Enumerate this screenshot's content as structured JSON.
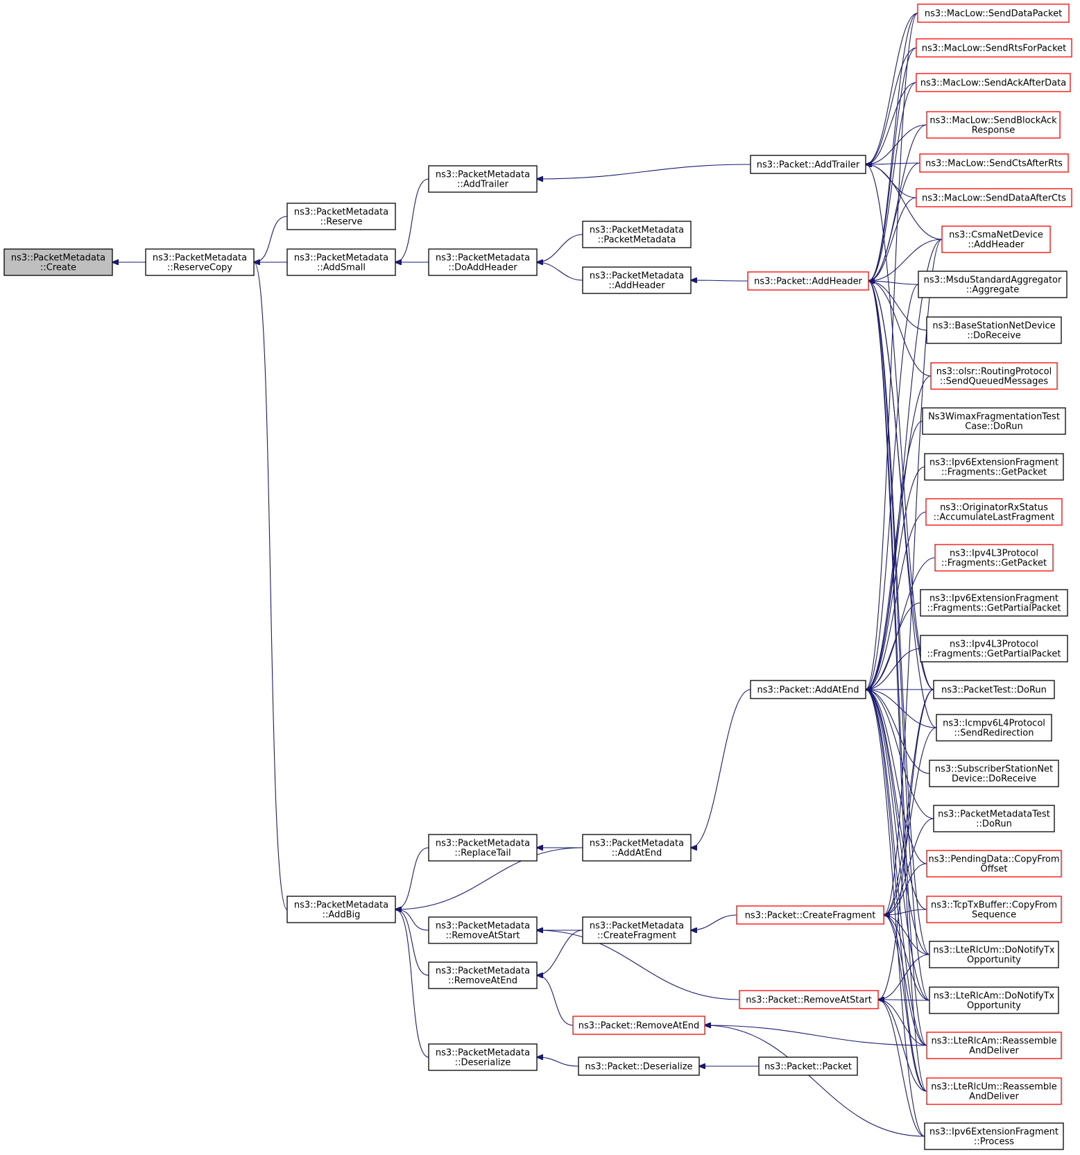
{
  "colors": {
    "edge": "#191970",
    "border_default": "#000000",
    "border_truncated": "#ff0000",
    "fill_focus": "#bfbfbf",
    "fill_default": "#ffffff"
  },
  "nodes": [
    {
      "id": "create",
      "lines": [
        "ns3::PacketMetadata",
        "::Create"
      ],
      "style": "focus"
    },
    {
      "id": "reservecopy",
      "lines": [
        "ns3::PacketMetadata",
        "::ReserveCopy"
      ],
      "style": "normal"
    },
    {
      "id": "reserve",
      "lines": [
        "ns3::PacketMetadata",
        "::Reserve"
      ],
      "style": "normal"
    },
    {
      "id": "addsmall",
      "lines": [
        "ns3::PacketMetadata",
        "::AddSmall"
      ],
      "style": "normal"
    },
    {
      "id": "addtrailer_pm",
      "lines": [
        "ns3::PacketMetadata",
        "::AddTrailer"
      ],
      "style": "normal"
    },
    {
      "id": "doaddheader",
      "lines": [
        "ns3::PacketMetadata",
        "::DoAddHeader"
      ],
      "style": "normal"
    },
    {
      "id": "pm_ctor",
      "lines": [
        "ns3::PacketMetadata",
        "::PacketMetadata"
      ],
      "style": "normal"
    },
    {
      "id": "addheader_pm",
      "lines": [
        "ns3::PacketMetadata",
        "::AddHeader"
      ],
      "style": "normal"
    },
    {
      "id": "p_addtrailer",
      "lines": [
        "ns3::Packet::AddTrailer"
      ],
      "style": "normal"
    },
    {
      "id": "p_addheader",
      "lines": [
        "ns3::Packet::AddHeader"
      ],
      "style": "truncated"
    },
    {
      "id": "p_addatend",
      "lines": [
        "ns3::Packet::AddAtEnd"
      ],
      "style": "normal"
    },
    {
      "id": "addbig",
      "lines": [
        "ns3::PacketMetadata",
        "::AddBig"
      ],
      "style": "normal"
    },
    {
      "id": "replacetail",
      "lines": [
        "ns3::PacketMetadata",
        "::ReplaceTail"
      ],
      "style": "normal"
    },
    {
      "id": "addatend_pm",
      "lines": [
        "ns3::PacketMetadata",
        "::AddAtEnd"
      ],
      "style": "normal"
    },
    {
      "id": "removeatstart_pm",
      "lines": [
        "ns3::PacketMetadata",
        "::RemoveAtStart"
      ],
      "style": "normal"
    },
    {
      "id": "removeatend_pm",
      "lines": [
        "ns3::PacketMetadata",
        "::RemoveAtEnd"
      ],
      "style": "normal"
    },
    {
      "id": "createfragment_pm",
      "lines": [
        "ns3::PacketMetadata",
        "::CreateFragment"
      ],
      "style": "normal"
    },
    {
      "id": "deserialize_pm",
      "lines": [
        "ns3::PacketMetadata",
        "::Deserialize"
      ],
      "style": "normal"
    },
    {
      "id": "p_createfragment",
      "lines": [
        "ns3::Packet::CreateFragment"
      ],
      "style": "truncated"
    },
    {
      "id": "p_removeatstart",
      "lines": [
        "ns3::Packet::RemoveAtStart"
      ],
      "style": "truncated"
    },
    {
      "id": "p_removeatend",
      "lines": [
        "ns3::Packet::RemoveAtEnd"
      ],
      "style": "truncated"
    },
    {
      "id": "p_deserialize",
      "lines": [
        "ns3::Packet::Deserialize"
      ],
      "style": "normal"
    },
    {
      "id": "p_packet",
      "lines": [
        "ns3::Packet::Packet"
      ],
      "style": "normal"
    },
    {
      "id": "senddatapacket",
      "lines": [
        "ns3::MacLow::SendDataPacket"
      ],
      "style": "truncated"
    },
    {
      "id": "sendrtsforpacket",
      "lines": [
        "ns3::MacLow::SendRtsForPacket"
      ],
      "style": "truncated"
    },
    {
      "id": "sendackafterdata",
      "lines": [
        "ns3::MacLow::SendAckAfterData"
      ],
      "style": "truncated"
    },
    {
      "id": "sendblockack",
      "lines": [
        "ns3::MacLow::SendBlockAck",
        "Response"
      ],
      "style": "truncated"
    },
    {
      "id": "sendctsafterrts",
      "lines": [
        "ns3::MacLow::SendCtsAfterRts"
      ],
      "style": "truncated"
    },
    {
      "id": "senddataaftercts",
      "lines": [
        "ns3::MacLow::SendDataAfterCts"
      ],
      "style": "truncated"
    },
    {
      "id": "csma_addheader",
      "lines": [
        "ns3::CsmaNetDevice",
        "::AddHeader"
      ],
      "style": "truncated"
    },
    {
      "id": "msdu_aggregate",
      "lines": [
        "ns3::MsduStandardAggregator",
        "::Aggregate"
      ],
      "style": "normal"
    },
    {
      "id": "bsnd_doreceive",
      "lines": [
        "ns3::BaseStationNetDevice",
        "::DoReceive"
      ],
      "style": "normal"
    },
    {
      "id": "olsr_sendqueued",
      "lines": [
        "ns3::olsr::RoutingProtocol",
        "::SendQueuedMessages"
      ],
      "style": "truncated"
    },
    {
      "id": "wimax_frag_test",
      "lines": [
        "Ns3WimaxFragmentationTest",
        "Case::DoRun"
      ],
      "style": "normal"
    },
    {
      "id": "ipv6ext_getpacket",
      "lines": [
        "ns3::Ipv6ExtensionFragment",
        "::Fragments::GetPacket"
      ],
      "style": "normal"
    },
    {
      "id": "originator_accum",
      "lines": [
        "ns3::OriginatorRxStatus",
        "::AccumulateLastFragment"
      ],
      "style": "truncated"
    },
    {
      "id": "ipv4l3_getpacket",
      "lines": [
        "ns3::Ipv4L3Protocol",
        "::Fragments::GetPacket"
      ],
      "style": "truncated"
    },
    {
      "id": "ipv6ext_getpartial",
      "lines": [
        "ns3::Ipv6ExtensionFragment",
        "::Fragments::GetPartialPacket"
      ],
      "style": "normal"
    },
    {
      "id": "ipv4l3_getpartial",
      "lines": [
        "ns3::Ipv4L3Protocol",
        "::Fragments::GetPartialPacket"
      ],
      "style": "normal"
    },
    {
      "id": "packettest_dorun",
      "lines": [
        "ns3::PacketTest::DoRun"
      ],
      "style": "normal"
    },
    {
      "id": "icmpv6_sendredirect",
      "lines": [
        "ns3::Icmpv6L4Protocol",
        "::SendRedirection"
      ],
      "style": "normal"
    },
    {
      "id": "ssnd_doreceive",
      "lines": [
        "ns3::SubscriberStationNet",
        "Device::DoReceive"
      ],
      "style": "normal"
    },
    {
      "id": "pmtest_dorun",
      "lines": [
        "ns3::PacketMetadataTest",
        "::DoRun"
      ],
      "style": "normal"
    },
    {
      "id": "pendingdata_copy",
      "lines": [
        "ns3::PendingData::CopyFrom",
        "Offset"
      ],
      "style": "truncated"
    },
    {
      "id": "tcptx_copy",
      "lines": [
        "ns3::TcpTxBuffer::CopyFrom",
        "Sequence"
      ],
      "style": "truncated"
    },
    {
      "id": "lterlcum_notify",
      "lines": [
        "ns3::LteRlcUm::DoNotifyTx",
        "Opportunity"
      ],
      "style": "normal"
    },
    {
      "id": "lterlcam_notify",
      "lines": [
        "ns3::LteRlcAm::DoNotifyTx",
        "Opportunity"
      ],
      "style": "normal"
    },
    {
      "id": "lterlcam_reassemble",
      "lines": [
        "ns3::LteRlcAm::Reassemble",
        "AndDeliver"
      ],
      "style": "truncated"
    },
    {
      "id": "lterlcum_reassemble",
      "lines": [
        "ns3::LteRlcUm::Reassemble",
        "AndDeliver"
      ],
      "style": "truncated"
    },
    {
      "id": "ipv6ext_process",
      "lines": [
        "ns3::Ipv6ExtensionFragment",
        "::Process"
      ],
      "style": "normal"
    }
  ],
  "edges": [
    [
      "reservecopy",
      "create"
    ],
    [
      "reserve",
      "reservecopy"
    ],
    [
      "addsmall",
      "reservecopy"
    ],
    [
      "addbig",
      "reservecopy"
    ],
    [
      "addtrailer_pm",
      "addsmall"
    ],
    [
      "doaddheader",
      "addsmall"
    ],
    [
      "pm_ctor",
      "doaddheader"
    ],
    [
      "addheader_pm",
      "doaddheader"
    ],
    [
      "p_addtrailer",
      "addtrailer_pm"
    ],
    [
      "p_addheader",
      "addheader_pm"
    ],
    [
      "replacetail",
      "addbig"
    ],
    [
      "addatend_pm",
      "addbig"
    ],
    [
      "removeatstart_pm",
      "addbig"
    ],
    [
      "removeatend_pm",
      "addbig"
    ],
    [
      "deserialize_pm",
      "addbig"
    ],
    [
      "addatend_pm",
      "replacetail"
    ],
    [
      "p_addatend",
      "addatend_pm"
    ],
    [
      "createfragment_pm",
      "removeatstart_pm"
    ],
    [
      "p_removeatstart",
      "removeatstart_pm"
    ],
    [
      "createfragment_pm",
      "removeatend_pm"
    ],
    [
      "p_removeatend",
      "removeatend_pm"
    ],
    [
      "p_createfragment",
      "createfragment_pm"
    ],
    [
      "p_deserialize",
      "deserialize_pm"
    ],
    [
      "p_packet",
      "p_deserialize"
    ],
    [
      "senddatapacket",
      "p_addtrailer"
    ],
    [
      "sendrtsforpacket",
      "p_addtrailer"
    ],
    [
      "sendackafterdata",
      "p_addtrailer"
    ],
    [
      "sendblockack",
      "p_addtrailer"
    ],
    [
      "sendctsafterrts",
      "p_addtrailer"
    ],
    [
      "senddataaftercts",
      "p_addtrailer"
    ],
    [
      "csma_addheader",
      "p_addtrailer"
    ],
    [
      "packettest_dorun",
      "p_addtrailer"
    ],
    [
      "senddatapacket",
      "p_addheader"
    ],
    [
      "sendrtsforpacket",
      "p_addheader"
    ],
    [
      "sendackafterdata",
      "p_addheader"
    ],
    [
      "sendblockack",
      "p_addheader"
    ],
    [
      "sendctsafterrts",
      "p_addheader"
    ],
    [
      "senddataaftercts",
      "p_addheader"
    ],
    [
      "csma_addheader",
      "p_addheader"
    ],
    [
      "msdu_aggregate",
      "p_addheader"
    ],
    [
      "bsnd_doreceive",
      "p_addheader"
    ],
    [
      "olsr_sendqueued",
      "p_addheader"
    ],
    [
      "packettest_dorun",
      "p_addheader"
    ],
    [
      "icmpv6_sendredirect",
      "p_addheader"
    ],
    [
      "lterlcum_notify",
      "p_addheader"
    ],
    [
      "lterlcam_notify",
      "p_addheader"
    ],
    [
      "lterlcam_reassemble",
      "p_addheader"
    ],
    [
      "lterlcum_reassemble",
      "p_addheader"
    ],
    [
      "senddatapacket",
      "p_addatend"
    ],
    [
      "csma_addheader",
      "p_addatend"
    ],
    [
      "msdu_aggregate",
      "p_addatend"
    ],
    [
      "olsr_sendqueued",
      "p_addatend"
    ],
    [
      "wimax_frag_test",
      "p_addatend"
    ],
    [
      "ipv6ext_getpacket",
      "p_addatend"
    ],
    [
      "originator_accum",
      "p_addatend"
    ],
    [
      "ipv4l3_getpacket",
      "p_addatend"
    ],
    [
      "ipv6ext_getpartial",
      "p_addatend"
    ],
    [
      "ipv4l3_getpartial",
      "p_addatend"
    ],
    [
      "packettest_dorun",
      "p_addatend"
    ],
    [
      "icmpv6_sendredirect",
      "p_addatend"
    ],
    [
      "ssnd_doreceive",
      "p_addatend"
    ],
    [
      "pmtest_dorun",
      "p_addatend"
    ],
    [
      "pendingdata_copy",
      "p_addatend"
    ],
    [
      "tcptx_copy",
      "p_addatend"
    ],
    [
      "lterlcum_notify",
      "p_addatend"
    ],
    [
      "lterlcam_notify",
      "p_addatend"
    ],
    [
      "lterlcam_reassemble",
      "p_addatend"
    ],
    [
      "lterlcum_reassemble",
      "p_addatend"
    ],
    [
      "ipv6ext_process",
      "p_addatend"
    ],
    [
      "csma_addheader",
      "p_createfragment"
    ],
    [
      "packettest_dorun",
      "p_createfragment"
    ],
    [
      "icmpv6_sendredirect",
      "p_createfragment"
    ],
    [
      "pmtest_dorun",
      "p_createfragment"
    ],
    [
      "pendingdata_copy",
      "p_createfragment"
    ],
    [
      "tcptx_copy",
      "p_createfragment"
    ],
    [
      "lterlcum_notify",
      "p_createfragment"
    ],
    [
      "lterlcam_notify",
      "p_createfragment"
    ],
    [
      "lterlcam_reassemble",
      "p_createfragment"
    ],
    [
      "lterlcum_reassemble",
      "p_createfragment"
    ],
    [
      "packettest_dorun",
      "p_removeatstart"
    ],
    [
      "lterlcum_notify",
      "p_removeatstart"
    ],
    [
      "lterlcam_notify",
      "p_removeatstart"
    ],
    [
      "lterlcam_reassemble",
      "p_removeatstart"
    ],
    [
      "lterlcum_reassemble",
      "p_removeatstart"
    ],
    [
      "ipv6ext_process",
      "p_removeatstart"
    ],
    [
      "ipv6ext_process",
      "p_removeatend"
    ],
    [
      "lterlcam_reassemble",
      "p_removeatend"
    ]
  ]
}
